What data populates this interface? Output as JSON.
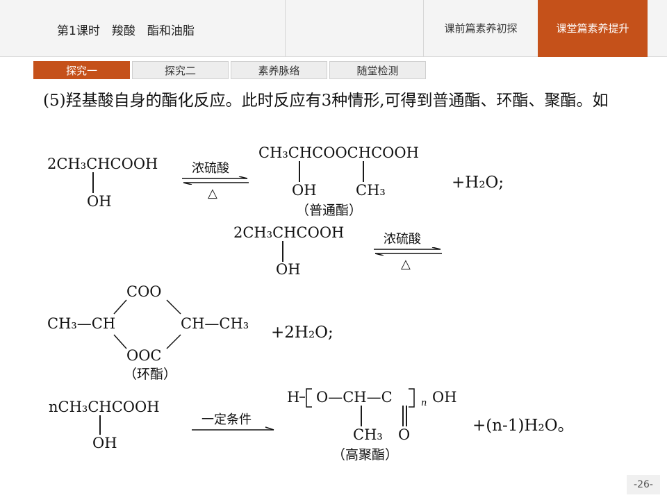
{
  "header": {
    "title": "第1课时　羧酸　酯和油脂",
    "tab_pre": "课前篇素养初探",
    "tab_active": "课堂篇素养提升"
  },
  "subnav": [
    "探究一",
    "探究二",
    "素养脉络",
    "随堂检测"
  ],
  "paragraph": "(5)羟基酸自身的酯化反应。此时反应有3种情形,可得到普通酯、环酯、聚酯。如",
  "reaction1": {
    "reactant": "2CH₃CHCOOH",
    "reactant_oh": "OH",
    "catalyst": "浓硫酸",
    "heat": "△",
    "product": "CH₃CHCOOCHCOOH",
    "product_oh": "OH",
    "product_ch3": "CH₃",
    "product_label": "（普通酯）",
    "byproduct": "+H₂O;"
  },
  "reaction2": {
    "reactant": "2CH₃CHCOOH",
    "reactant_oh": "OH",
    "catalyst": "浓硫酸",
    "heat": "△",
    "ring_top": "COO",
    "ring_bottom": "OOC",
    "ring_left": "CH₃—CH",
    "ring_right": "CH—CH₃",
    "product_label": "（环酯）",
    "byproduct": "+2H₂O;"
  },
  "reaction3": {
    "reactant": "nCH₃CHCOOH",
    "reactant_oh": "OH",
    "condition": "一定条件",
    "poly_h": "H",
    "poly_chain": "O—CH—C",
    "poly_n": "n",
    "poly_oh": "OH",
    "poly_ch3": "CH₃",
    "poly_o": "O",
    "product_label": "（高聚酯）",
    "byproduct": "+(n-1)H₂O。"
  },
  "page_number": "-26-",
  "colors": {
    "accent": "#c5511a",
    "header_bg": "#f4f4f4",
    "subnav_bg": "#ededed"
  }
}
